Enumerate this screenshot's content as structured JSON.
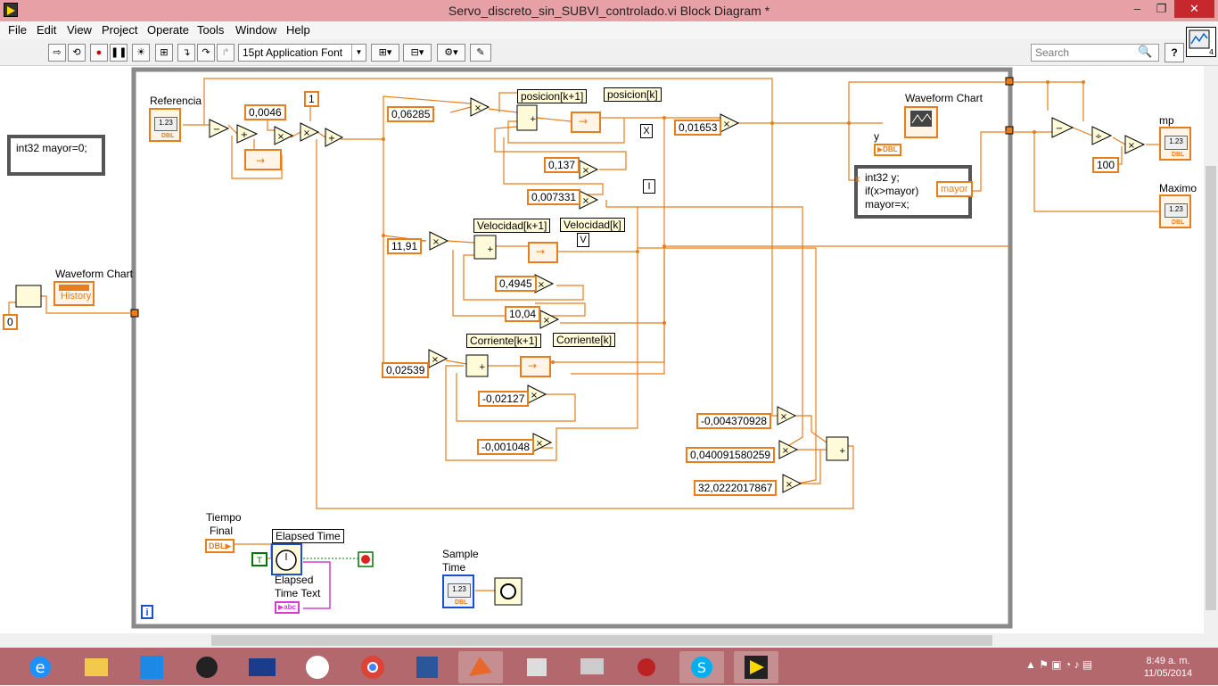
{
  "window": {
    "title": "Servo_discreto_sin_SUBVI_controlado.vi Block Diagram *",
    "controls": {
      "minimize": "–",
      "restore": "❐",
      "close": "✕"
    }
  },
  "menu": [
    "File",
    "Edit",
    "View",
    "Project",
    "Operate",
    "Tools",
    "Window",
    "Help"
  ],
  "toolbar": {
    "font": "15pt Application Font",
    "search_placeholder": "Search",
    "help": "?"
  },
  "diagram": {
    "formula_outer": "int32 mayor=0;",
    "formula_inner": {
      "line1": "int32 y;",
      "line2": "if(x>mayor)",
      "line3": "mayor=x;"
    },
    "labels": {
      "referencia": "Referencia",
      "waveform_chart_top": "Waveform Chart",
      "waveform_chart_left": "Waveform Chart",
      "history": "History",
      "posicion_k1": "posicion[k+1]",
      "posicion_k": "posicion[k]",
      "velocidad_k1": "Velocidad[k+1]",
      "velocidad_k": "Velocidad[k]",
      "corriente_k1": "Corriente[k+1]",
      "corriente_k": "Corriente[k]",
      "y": "y",
      "mayor": "mayor",
      "x_term": "x",
      "mp": "mp",
      "maximo": "Maximo",
      "tiempo_final_1": "Tiempo",
      "tiempo_final_2": "Final",
      "elapsed_time": "Elapsed Time",
      "elapsed_time_text_1": "Elapsed",
      "elapsed_time_text_2": "Time Text",
      "sample_time_1": "Sample",
      "sample_time_2": "Time",
      "x_node": "X",
      "i_node": "I",
      "v_node": "V",
      "info": "i"
    },
    "constants": {
      "zero": "0",
      "c0046": "0,0046",
      "c1": "1",
      "c06285": "0,06285",
      "c01653": "0,01653",
      "c137": "0,137",
      "c007331": "0,007331",
      "c1191": "11,91",
      "c4945": "0,4945",
      "c1004": "10,04",
      "c02539": "0,02539",
      "cm02127": "-0,02127",
      "cm001048": "-0,001048",
      "cm0043": "-0,004370928",
      "c0400": "0,040091580259",
      "c3202": "32,0222017867",
      "c100": "100"
    }
  },
  "taskbar": {
    "time": "8:49 a. m.",
    "date": "11/05/2014"
  }
}
